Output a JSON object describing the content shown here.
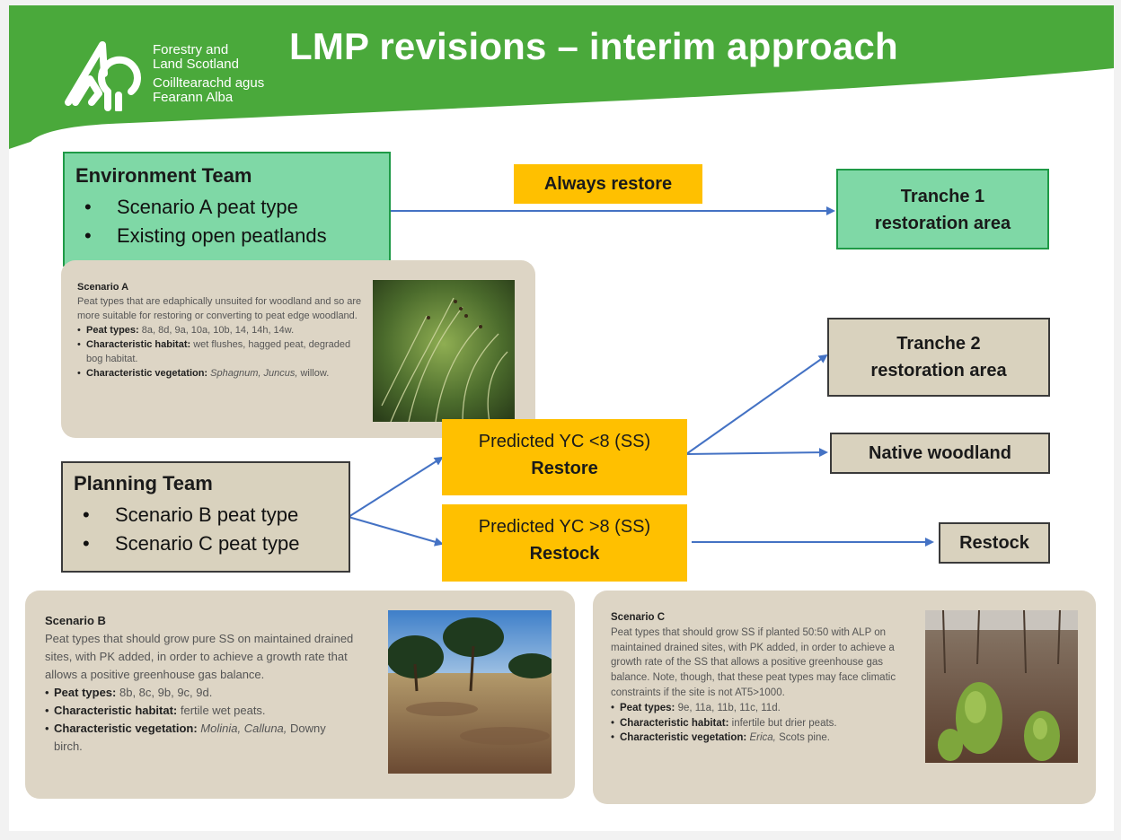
{
  "header": {
    "title": "LMP revisions – interim approach",
    "logo_lines": [
      "Forestry and",
      "Land Scotland",
      "Coilltearachd agus",
      "Fearann Alba"
    ],
    "brand_color": "#4aa93b"
  },
  "environment_team": {
    "title": "Environment Team",
    "bullets": [
      "Scenario A peat type",
      "Existing open peatlands"
    ]
  },
  "planning_team": {
    "title": "Planning Team",
    "bullets": [
      "Scenario B peat type",
      "Scenario C peat type"
    ]
  },
  "decisions": {
    "always_restore": "Always restore",
    "restore_line1": "Predicted YC <8 (SS)",
    "restore_line2": "Restore",
    "restock_line1": "Predicted YC >8 (SS)",
    "restock_line2": "Restock"
  },
  "outcomes": {
    "tranche1_line1": "Tranche 1",
    "tranche1_line2": "restoration area",
    "tranche2_line1": "Tranche 2",
    "tranche2_line2": "restoration area",
    "native_woodland": "Native woodland",
    "restock": "Restock"
  },
  "scenario_a": {
    "title": "Scenario A",
    "description": "Peat types that are edaphically unsuited for woodland and so are more suitable for restoring or converting to peat edge woodland.",
    "peat_types_label": "Peat types:",
    "peat_types": "8a, 8d, 9a, 10a, 10b, 14, 14h, 14w.",
    "habitat_label": "Characteristic habitat:",
    "habitat": "wet flushes, hagged peat, degraded bog habitat.",
    "vegetation_label": "Characteristic vegetation:",
    "vegetation_italic": "Sphagnum, Juncus,",
    "vegetation_rest": "willow."
  },
  "scenario_b": {
    "title": "Scenario B",
    "description": "Peat types that should grow pure SS on maintained drained sites, with PK added, in order to achieve a growth rate that allows a positive greenhouse gas balance.",
    "peat_types_label": "Peat types:",
    "peat_types": "8b, 8c, 9b, 9c, 9d.",
    "habitat_label": "Characteristic habitat:",
    "habitat": "fertile wet peats.",
    "vegetation_label": "Characteristic vegetation:",
    "vegetation_italic": "Molinia, Calluna,",
    "vegetation_rest": "Downy birch."
  },
  "scenario_c": {
    "title": "Scenario C",
    "description": "Peat types that should grow SS if planted 50:50 with ALP on maintained drained sites, with PK added, in order to achieve a growth rate of the SS that allows a positive greenhouse gas balance. Note, though, that these peat types may face climatic constraints if the site is not AT5>1000.",
    "peat_types_label": "Peat types:",
    "peat_types": "9e, 11a, 11b, 11c, 11d.",
    "habitat_label": "Characteristic habitat:",
    "habitat": "infertile but drier peats.",
    "vegetation_label": "Characteristic vegetation:",
    "vegetation_italic": "Erica,",
    "vegetation_rest": "Scots pine."
  }
}
